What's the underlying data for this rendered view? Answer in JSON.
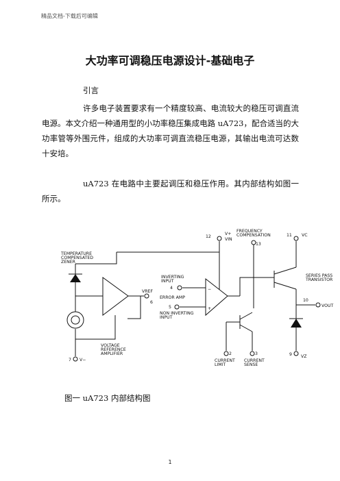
{
  "header": "精品文档-下载后可编辑",
  "title": "大功率可调稳压电源设计-基础电子",
  "intro": "引言",
  "paragraphs": [
    "许多电子装置要求有一个精度较高、电流较大的稳压可调直流电源。本文介绍一种通用型的小功率稳压集成电路 uA723，配合适当的大功率管等外围元件，组成的大功率可调直流稳压电源，其输出电流可达数十安培。",
    "uA723 在电路中主要起调压和稳压作用。其内部结构如图一所示。"
  ],
  "diagram": {
    "v_plus": "V+",
    "v_in": "VIN",
    "pin12": "12",
    "freq_comp_1": "FREQUENCY",
    "freq_comp_2": "COMPENSATION",
    "pin13": "13",
    "pin11": "11",
    "vc": "VC",
    "temp_1": "TEMPERATURE",
    "temp_2": "COMPENSATED",
    "temp_3": "ZENER",
    "inverting_1": "INVERTING",
    "inverting_2": "INPUT",
    "pin4": "4",
    "vref": "VREF",
    "pin6": "6",
    "error_amp": "ERROR AMP",
    "noninv_1": "NON INVERTING",
    "noninv_2": "INPUT",
    "pin5": "5",
    "series_1": "SERIES PASS",
    "series_2": "TRANSISTOR",
    "pin10": "10",
    "vout": "VOUT",
    "vref_amp_1": "VOLTAGE",
    "vref_amp_2": "REFERENCE",
    "vref_amp_3": "AMPLIFIER",
    "pin7": "7",
    "vminus": "V−",
    "pin2": "2",
    "pin3": "3",
    "cur_limit_1": "CURRENT",
    "cur_limit_2": "LIMIT",
    "cur_sense_1": "CURRENT",
    "cur_sense_2": "SENSE",
    "pin9": "9",
    "vz": "VZ",
    "minus": "−",
    "plus": "+"
  },
  "caption": "图一   uA723 内部结构图",
  "page_number": "1"
}
